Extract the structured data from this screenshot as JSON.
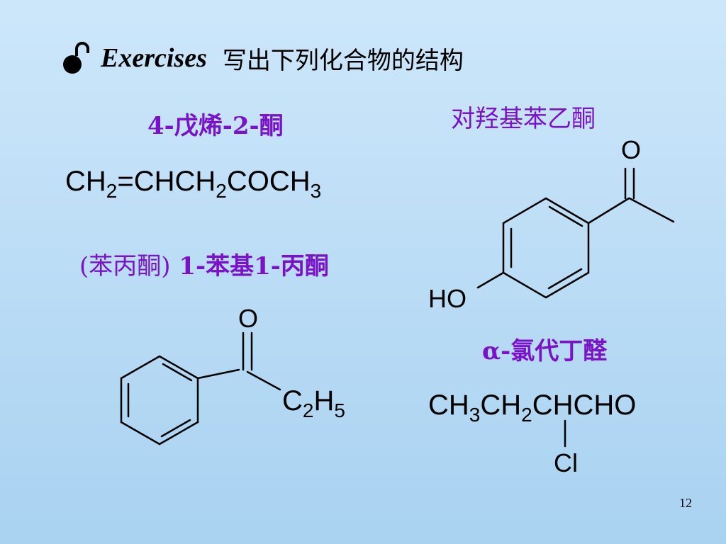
{
  "header": {
    "title_en": "Exercises",
    "title_cn": "写出下列化合物的结构",
    "bullet_icon": "padlock-open-icon"
  },
  "compounds": {
    "c1": {
      "name": "4-戊烯-2-酮",
      "formula_parts": [
        "CH",
        "2",
        "=CHCH",
        "2",
        "COCH",
        "3"
      ]
    },
    "c2": {
      "name_prefix": "(苯丙酮)",
      "name_main": " 1-苯基1-丙酮",
      "atom_o": "O",
      "sub_c": "C",
      "sub_c_num": "2",
      "sub_h": "H",
      "sub_h_num": "5"
    },
    "c3": {
      "name": "对羟基苯乙酮",
      "atom_o": "O",
      "atom_ho": "HO"
    },
    "c4": {
      "name": "α-氯代丁醛",
      "formula_parts": [
        "CH",
        "3",
        "CH",
        "2",
        "CHCHO"
      ],
      "atom_cl": "Cl"
    }
  },
  "colors": {
    "name_color": "#7a12c8",
    "background_top": "#cde7fa",
    "background_bottom": "#a9d2f1"
  },
  "page_number": "12"
}
